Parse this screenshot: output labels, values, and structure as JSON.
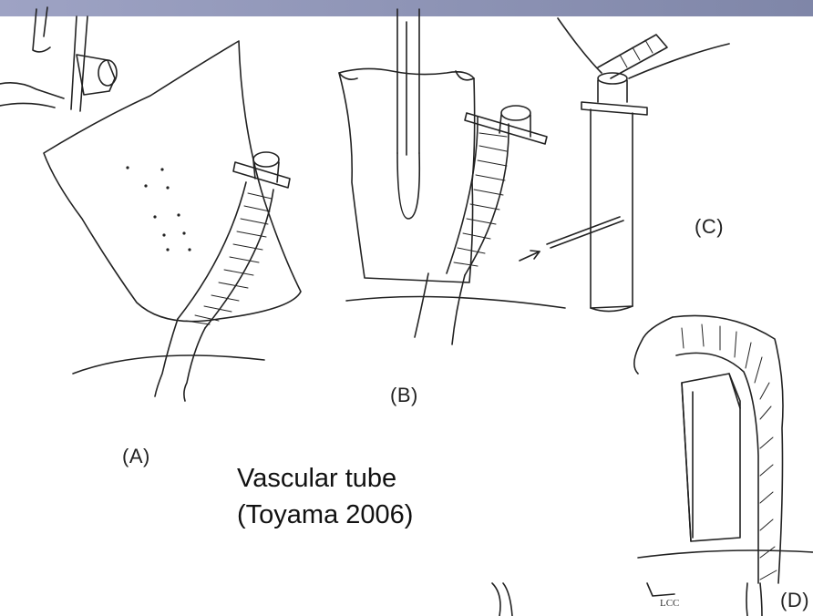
{
  "labels": {
    "panel_a": "(A)",
    "panel_b": "(B)",
    "panel_c": "(C)",
    "panel_d": "(D)"
  },
  "caption": {
    "line1": "Vascular tube",
    "line2": "(Toyama 2006)"
  },
  "fragments": {
    "lcc": "LCC"
  },
  "colors": {
    "top_bar": "#8a8fb0",
    "line": "#222222"
  }
}
